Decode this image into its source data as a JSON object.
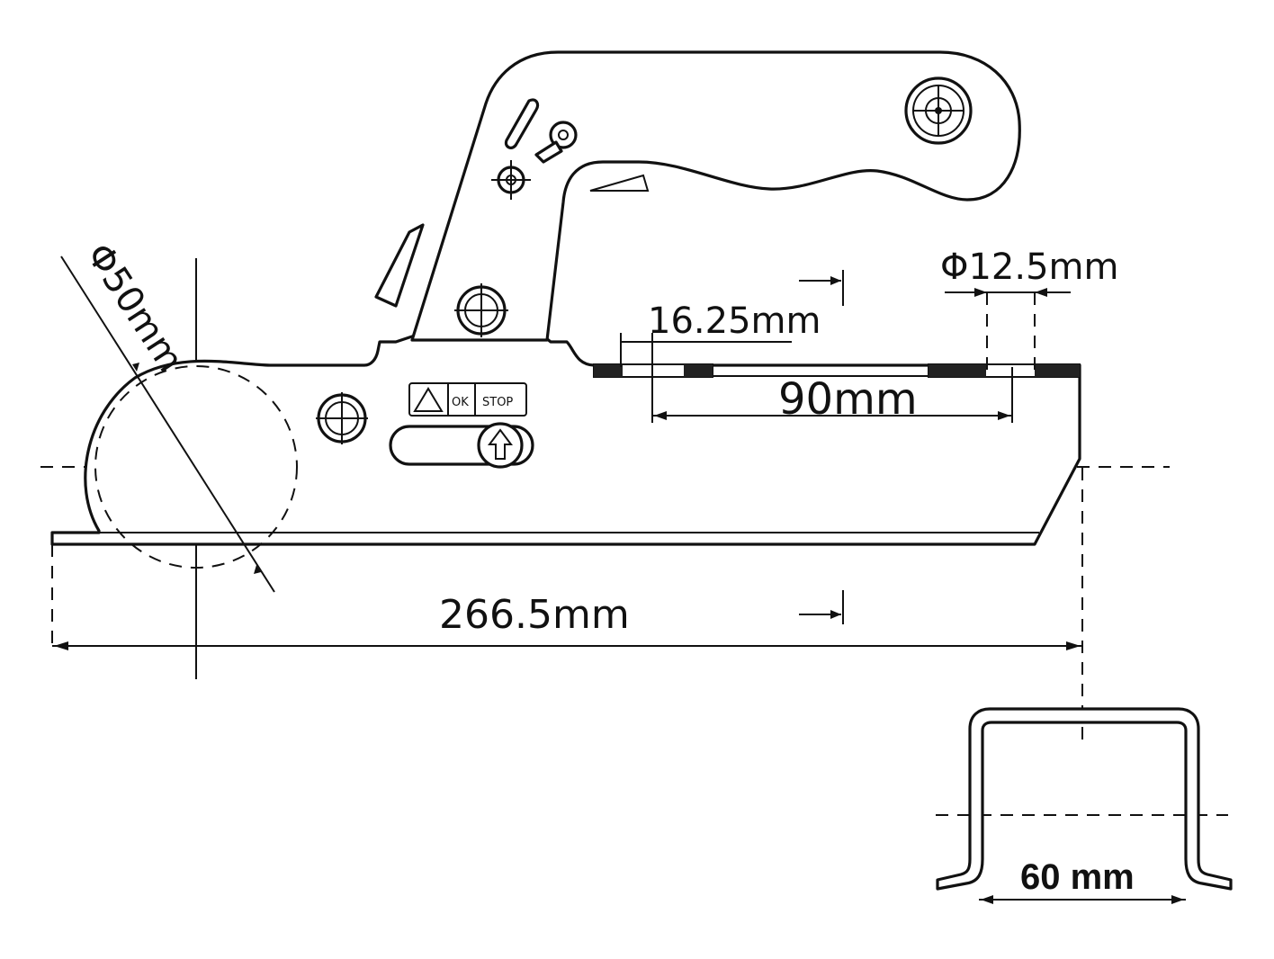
{
  "labels": {
    "ball_diameter": "Φ50mm",
    "bolt_hole_diameter": "Φ12.5mm",
    "hole_offset": "16.25mm",
    "hole_spacing": "90mm",
    "overall_length": "266.5mm",
    "channel_width": "60 mm"
  },
  "sign": {
    "ok": "OK",
    "stop": "STOP"
  },
  "colors": {
    "line": "#111111",
    "background": "#ffffff"
  }
}
